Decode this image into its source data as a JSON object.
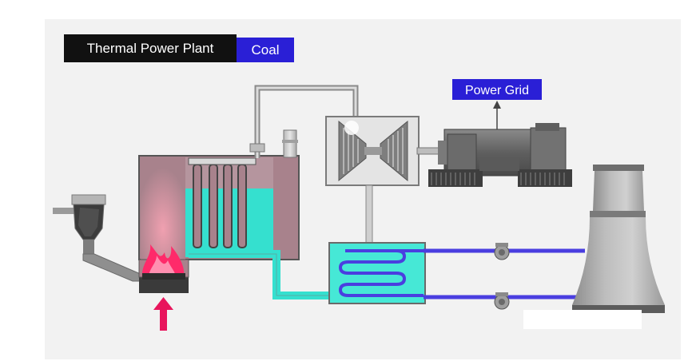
{
  "labels": {
    "title": "Thermal Power Plant",
    "fuel": "Coal",
    "grid": "Power Grid"
  },
  "colors": {
    "panel_background": "#f2f2f2",
    "title_box": "#111111",
    "label_box": "#2a1fd6",
    "water": "#35e0cf",
    "boiler": "#a8828c",
    "flame": "#ff2a6a",
    "air_arrow": "#e8155c",
    "cooling_pipe": "#4a3ee0",
    "equipment_gray": "#6b6b6b",
    "steel_light": "#cfcfcf"
  },
  "icons": {
    "flame": "flame-icon",
    "air_inlet": "arrow-up-icon",
    "pump": "pump-icon",
    "grid_output": "arrow-up-icon"
  }
}
